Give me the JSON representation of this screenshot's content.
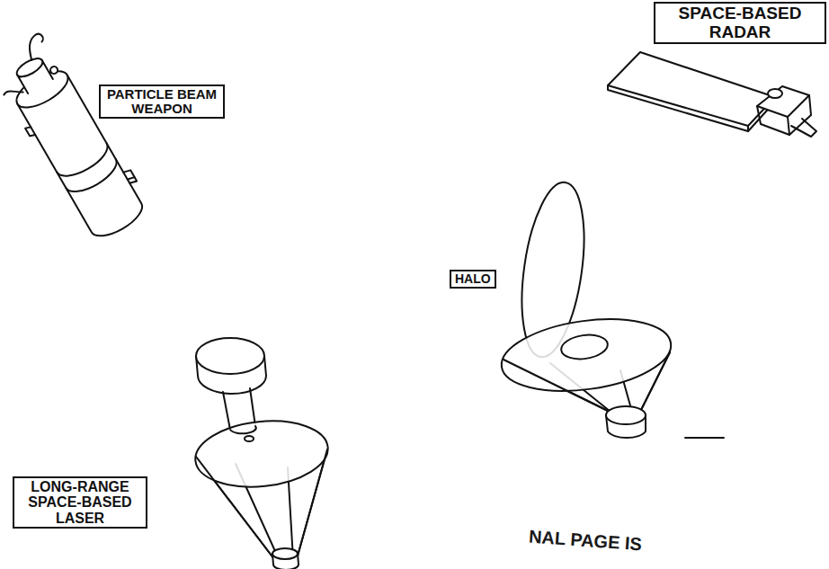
{
  "diagram": {
    "nodes": [
      {
        "text": [
          "PARTICLE BEAM WEAPON"
        ]
      },
      {
        "text": [
          "SPACE-BASED RADAR"
        ]
      },
      {
        "text": [
          "HALO"
        ]
      },
      {
        "text": [
          "LONG-RANGE SPACE-BASED LASER"
        ]
      }
    ],
    "labels": [
      "NAL PAGE IS"
    ]
  }
}
